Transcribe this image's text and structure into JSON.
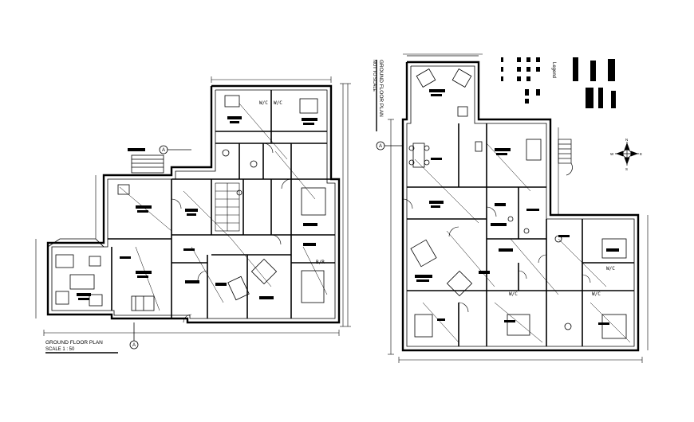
{
  "drawing": {
    "background": "#ffffff",
    "ink": "#000000",
    "ground_floor": {
      "title": "GROUND FLOOR PLAN",
      "scale": "SCALE 1 : 50",
      "section_marker_top": "A",
      "section_marker_bottom": "A"
    },
    "first_floor": {
      "title_line1": "GROUND FLOOR PLAN",
      "title_line2": "NOT TO SCALE",
      "section_marker": "A",
      "legend_heading": "Legend"
    },
    "room_tags": [
      "W/C",
      "W/C",
      "B/R",
      "W/C",
      "W/C",
      "W/C"
    ],
    "north_arrow_letters": [
      "N",
      "S",
      "E",
      "W"
    ]
  }
}
